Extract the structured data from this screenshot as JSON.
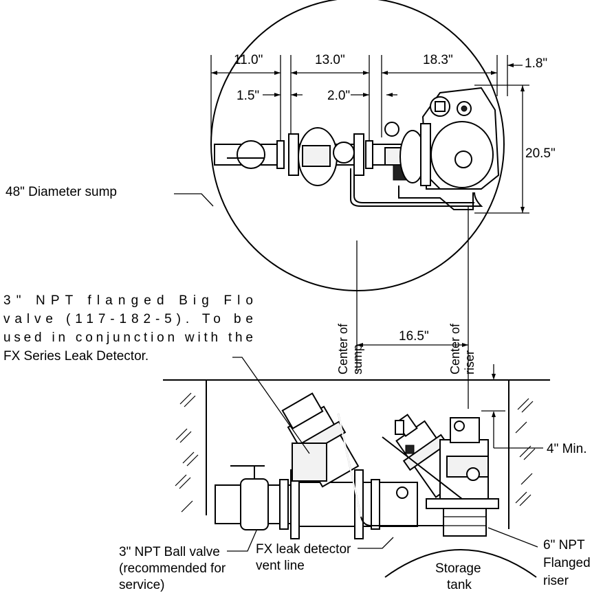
{
  "dimensions": {
    "d1": "11.0\"",
    "d2": "13.0\"",
    "d3": "18.3\"",
    "d4": "1.8\"",
    "d5": "1.5\"",
    "d6": "2.0\"",
    "d7": "20.5\"",
    "d8": "16.5\"",
    "d9": "4\" Min."
  },
  "labels": {
    "sump": "48\" Diameter sump",
    "valve_note": [
      "3\" NPT flanged Big Flo",
      "valve (117-182-5). To be",
      "used in conjunction with the",
      "FX Series Leak Detector."
    ],
    "center_sump": [
      "Center of",
      "sump"
    ],
    "center_riser": [
      "Center of",
      "riser"
    ],
    "ball_valve": [
      "3\" NPT Ball valve",
      "(recommended for",
      "service)"
    ],
    "vent_line": [
      "FX leak detector",
      "vent line"
    ],
    "tank": [
      "Storage",
      "tank"
    ],
    "riser": [
      "6\" NPT",
      "Flanged",
      "riser"
    ]
  }
}
